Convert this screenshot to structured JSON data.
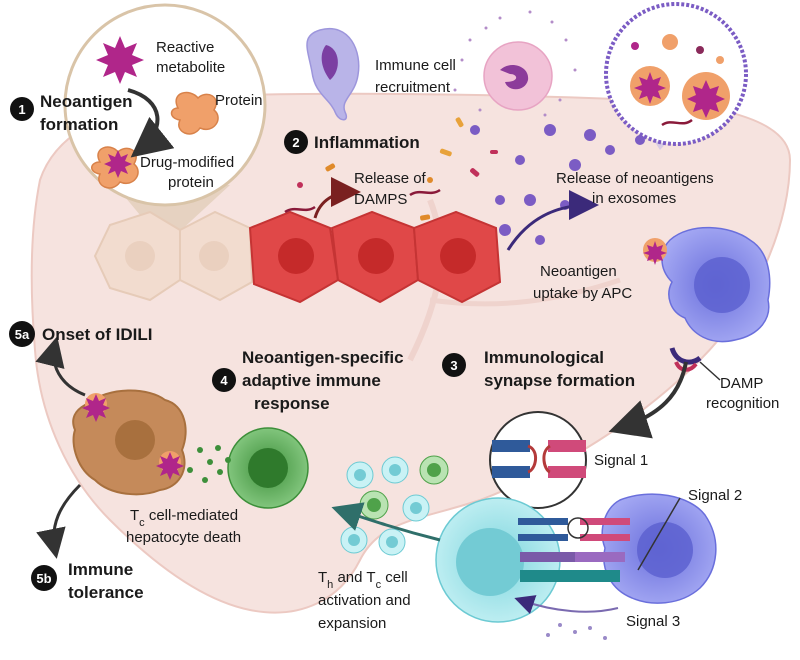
{
  "steps": [
    {
      "badge": "1",
      "title_l1": "Neoantigen",
      "title_l2": "formation"
    },
    {
      "badge": "2",
      "title_l1": "Inflammation"
    },
    {
      "badge": "3",
      "title_l1": "Immunological",
      "title_l2": "synapse formation"
    },
    {
      "badge": "4",
      "title_l1": "Neoantigen-specific",
      "title_l2": "adaptive immune",
      "title_l3": "response"
    },
    {
      "badge": "5a",
      "title_l1": "Onset of IDILI"
    },
    {
      "badge": "5b",
      "title_l1": "Immune",
      "title_l2": "tolerance"
    }
  ],
  "labels": {
    "reactive_l1": "Reactive",
    "reactive_l2": "metabolite",
    "protein": "Protein",
    "drug_mod_l1": "Drug-modified",
    "drug_mod_l2": "protein",
    "immune_rec_l1": "Immune cell",
    "immune_rec_l2": "recruitment",
    "damps_l1": "Release of",
    "damps_l2": "DAMPS",
    "exo_l1": "Release of neoantigens",
    "exo_l2": "in exosomes",
    "uptake_l1": "Neoantigen",
    "uptake_l2": "uptake by APC",
    "damp_rec_l1": "DAMP",
    "damp_rec_l2": "recognition",
    "signal1": "Signal 1",
    "signal2": "Signal 2",
    "signal3": "Signal 3",
    "tc_death_l1_base": "T",
    "tc_death_l1_sub": "c",
    "tc_death_l1_rest": " cell-mediated",
    "tc_death_l2": "hepatocyte death",
    "act_l1_t1": "T",
    "act_l1_s1": "h",
    "act_l1_mid": " and T",
    "act_l1_s2": "c",
    "act_l1_rest": " cell",
    "act_l2": "activation and",
    "act_l3": "expansion"
  },
  "colors": {
    "liver": "#f6e3df",
    "liver_stroke": "#ecc9c2",
    "damaged_cell": "#e04848",
    "healthy_cell": "#f2dccf",
    "apc": "#8a8ef0",
    "tcell": "#9fe3ea",
    "green_cell": "#4fa24a",
    "neoantigen": "#b0268a",
    "protein": "#f0a06a",
    "exosome": "#6b3fa8",
    "dark_arrow": "#333333"
  }
}
